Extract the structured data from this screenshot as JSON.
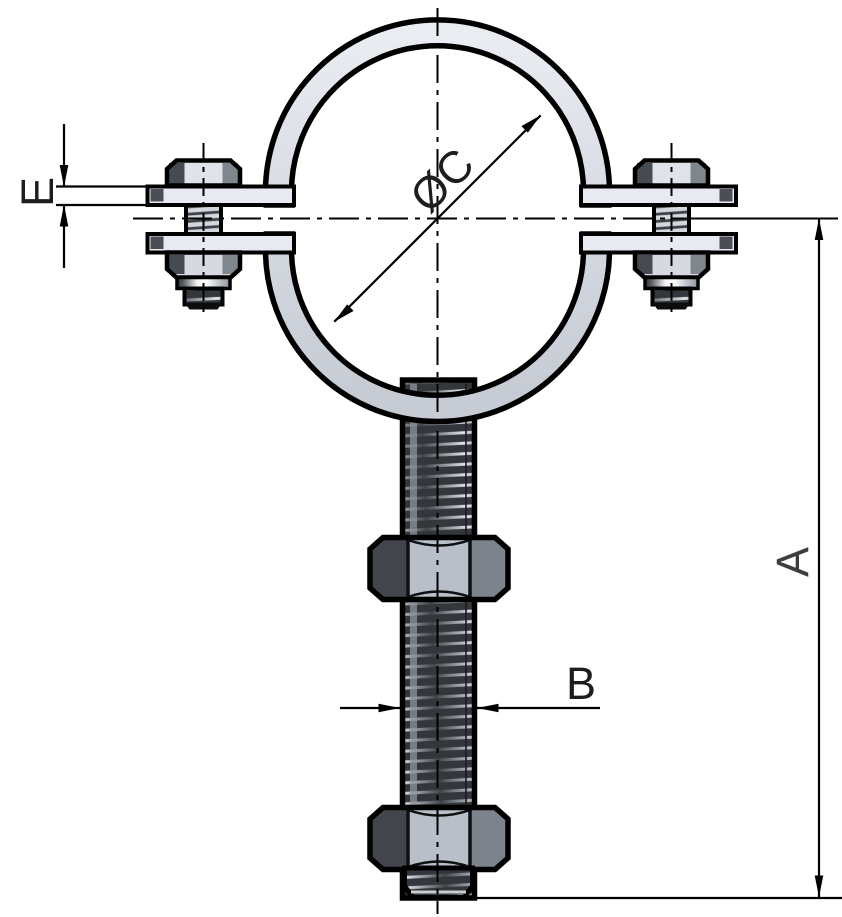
{
  "drawing": {
    "type": "technical-drawing",
    "dimension_labels": {
      "plate_thickness": "E",
      "inner_diameter": "ØC",
      "overall_height": "A",
      "rod_diameter": "B"
    },
    "colors": {
      "line": "#000000",
      "label": "#1d1d1d",
      "metal_band": "#d6dae1",
      "metal_light": "#e8ebf0",
      "metal_mid": "#81868e",
      "metal_dark": "#42464c",
      "background": "#ffffff"
    }
  }
}
